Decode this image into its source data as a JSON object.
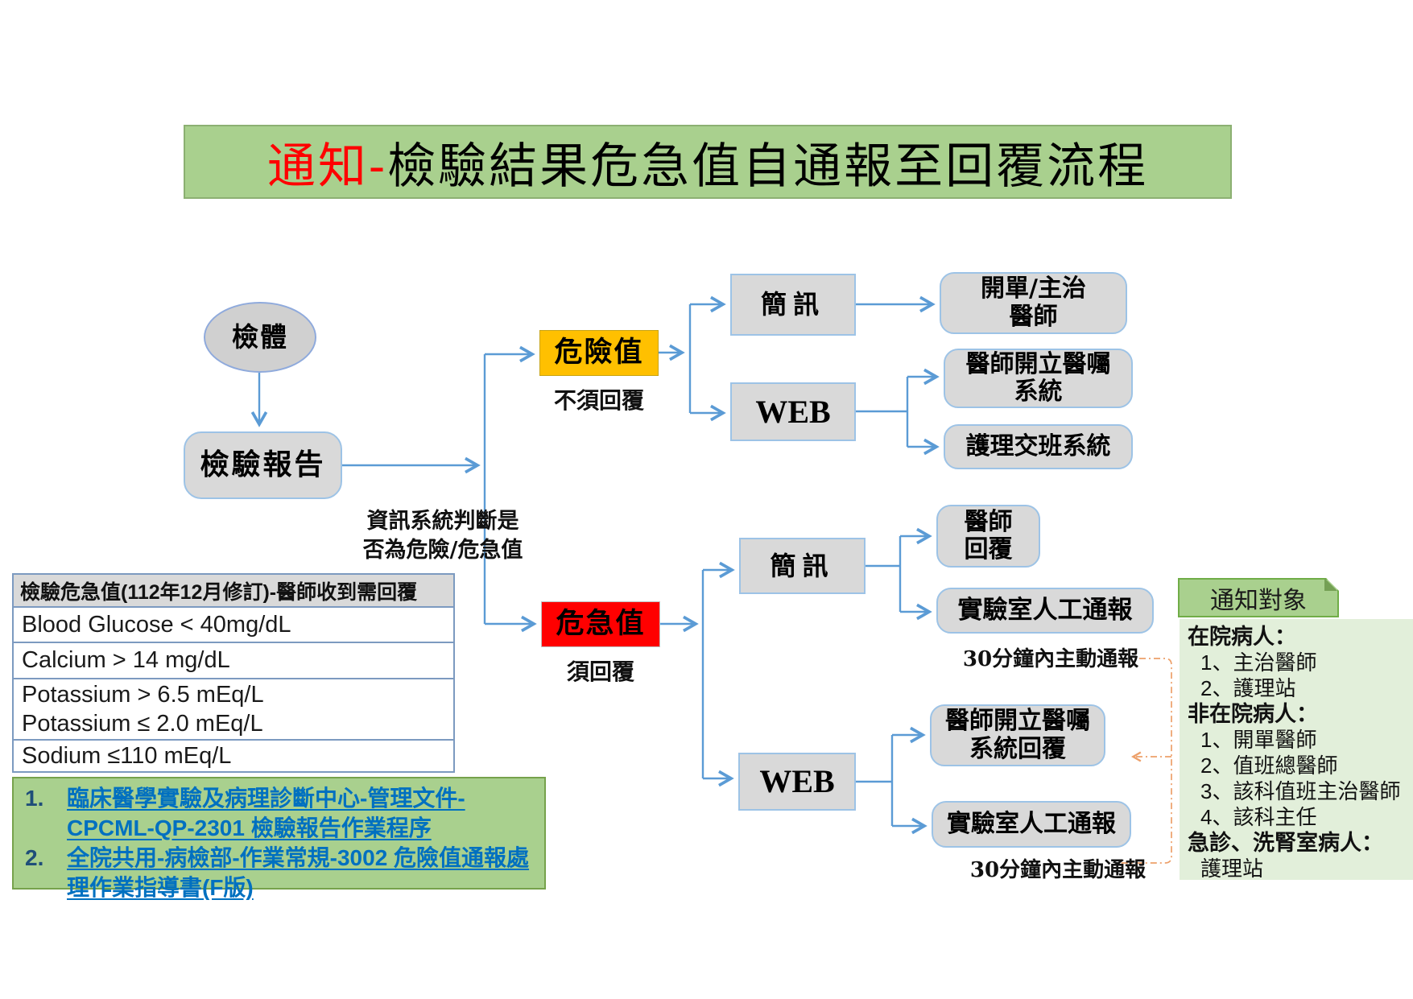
{
  "title": {
    "prefix": "通知-",
    "rest": "檢驗結果危急值自通報至回覆流程"
  },
  "flow": {
    "specimen": "檢體",
    "report": "檢驗報告",
    "judge_note_line1": "資訊系統判斷是",
    "judge_note_line2": "否為危險/危急值",
    "danger_label": "危險值",
    "danger_note": "不須回覆",
    "critical_label": "危急值",
    "critical_note": "須回覆",
    "sms_top": "簡訊",
    "web_top": "WEB",
    "sms_bottom": "簡訊",
    "web_bottom": "WEB",
    "order_attending_line1": "開單/主治",
    "order_attending_line2": "醫師",
    "order_system_line1": "醫師開立醫囑",
    "order_system_line2": "系統",
    "nursing_handover": "護理交班系統",
    "doctor_reply_line1": "醫師",
    "doctor_reply_line2": "回覆",
    "lab_manual_top": "實驗室人工通報",
    "order_system_reply_line1": "醫師開立醫囑",
    "order_system_reply_line2": "系統回覆",
    "lab_manual_bottom": "實驗室人工通報",
    "notify_30min_top": "30分鐘內主動通報",
    "notify_30min_bottom": "30分鐘內主動通報"
  },
  "critical_table": {
    "header": "檢驗危急值(112年12月修訂)-醫師收到需回覆",
    "rows": [
      [
        "Blood Glucose < 40mg/dL"
      ],
      [
        "Calcium > 14 mg/dL"
      ],
      [
        "Potassium > 6.5 mEq/L",
        "Potassium ≤ 2.0 mEq/L"
      ],
      [
        "Sodium ≤110 mEq/L"
      ]
    ]
  },
  "references": [
    {
      "num": "1.",
      "text": "臨床醫學實驗及病理診斷中心-管理文件-CPCML-QP-2301 檢驗報告作業程序"
    },
    {
      "num": "2.",
      "text": "全院共用-病檢部-作業常規-3002 危險值通報處理作業指導書(F版)"
    }
  ],
  "notify_panel": {
    "title": "通知對象",
    "lines": [
      {
        "text": "在院病人："
      },
      {
        "text": "1、主治醫師"
      },
      {
        "text": "2、護理站"
      },
      {
        "text": "非在院病人："
      },
      {
        "text": "1、開單醫師"
      },
      {
        "text": "2、值班總醫師"
      },
      {
        "text": "3、該科值班主治醫師"
      },
      {
        "text": "4、該科主任"
      },
      {
        "text": "急診、洗腎室病人："
      },
      {
        "text": "護理站"
      }
    ]
  },
  "colors": {
    "banner_green": "#A9D08E",
    "panel_light_green": "#E2EFDA",
    "danger_orange": "#FFC000",
    "critical_red": "#FF0000",
    "box_gray": "#D9D9D9",
    "box_border_blue": "#9DC3E6",
    "connector_blue": "#5B9BD5",
    "connector_orange": "#EDA06A",
    "link_blue": "#0070C0",
    "title_red": "#FF0000"
  }
}
